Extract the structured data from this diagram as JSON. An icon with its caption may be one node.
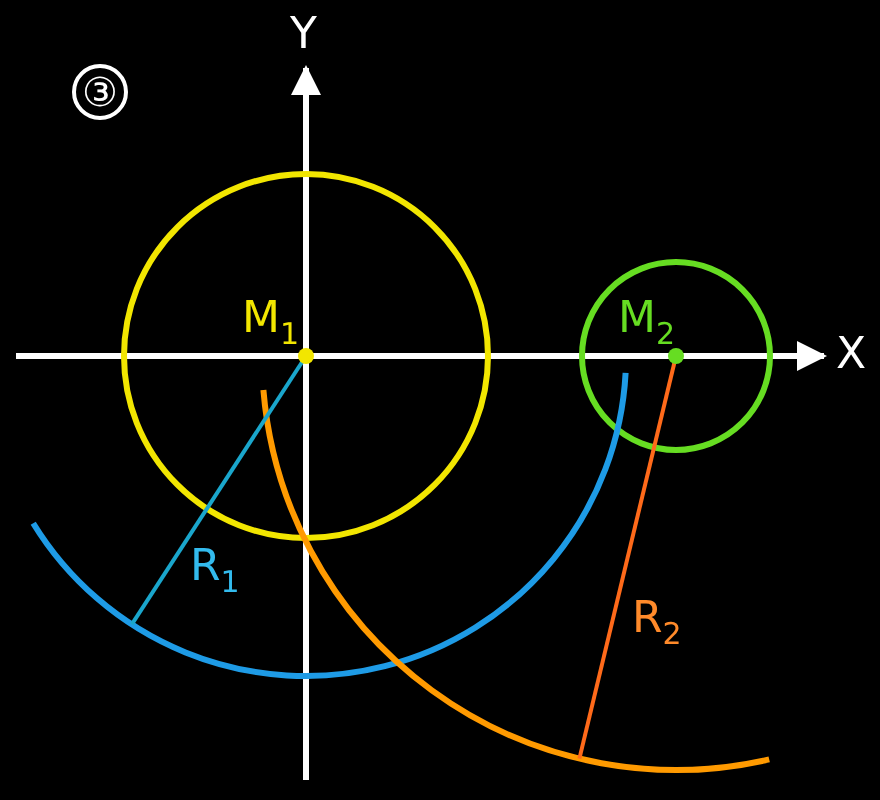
{
  "diagram": {
    "labels": [
      "③",
      "Y",
      "X",
      "M$_{1}$",
      "M$_{2}$",
      "R$_{1}$",
      "R$_{2}$"
    ]
  }
}
